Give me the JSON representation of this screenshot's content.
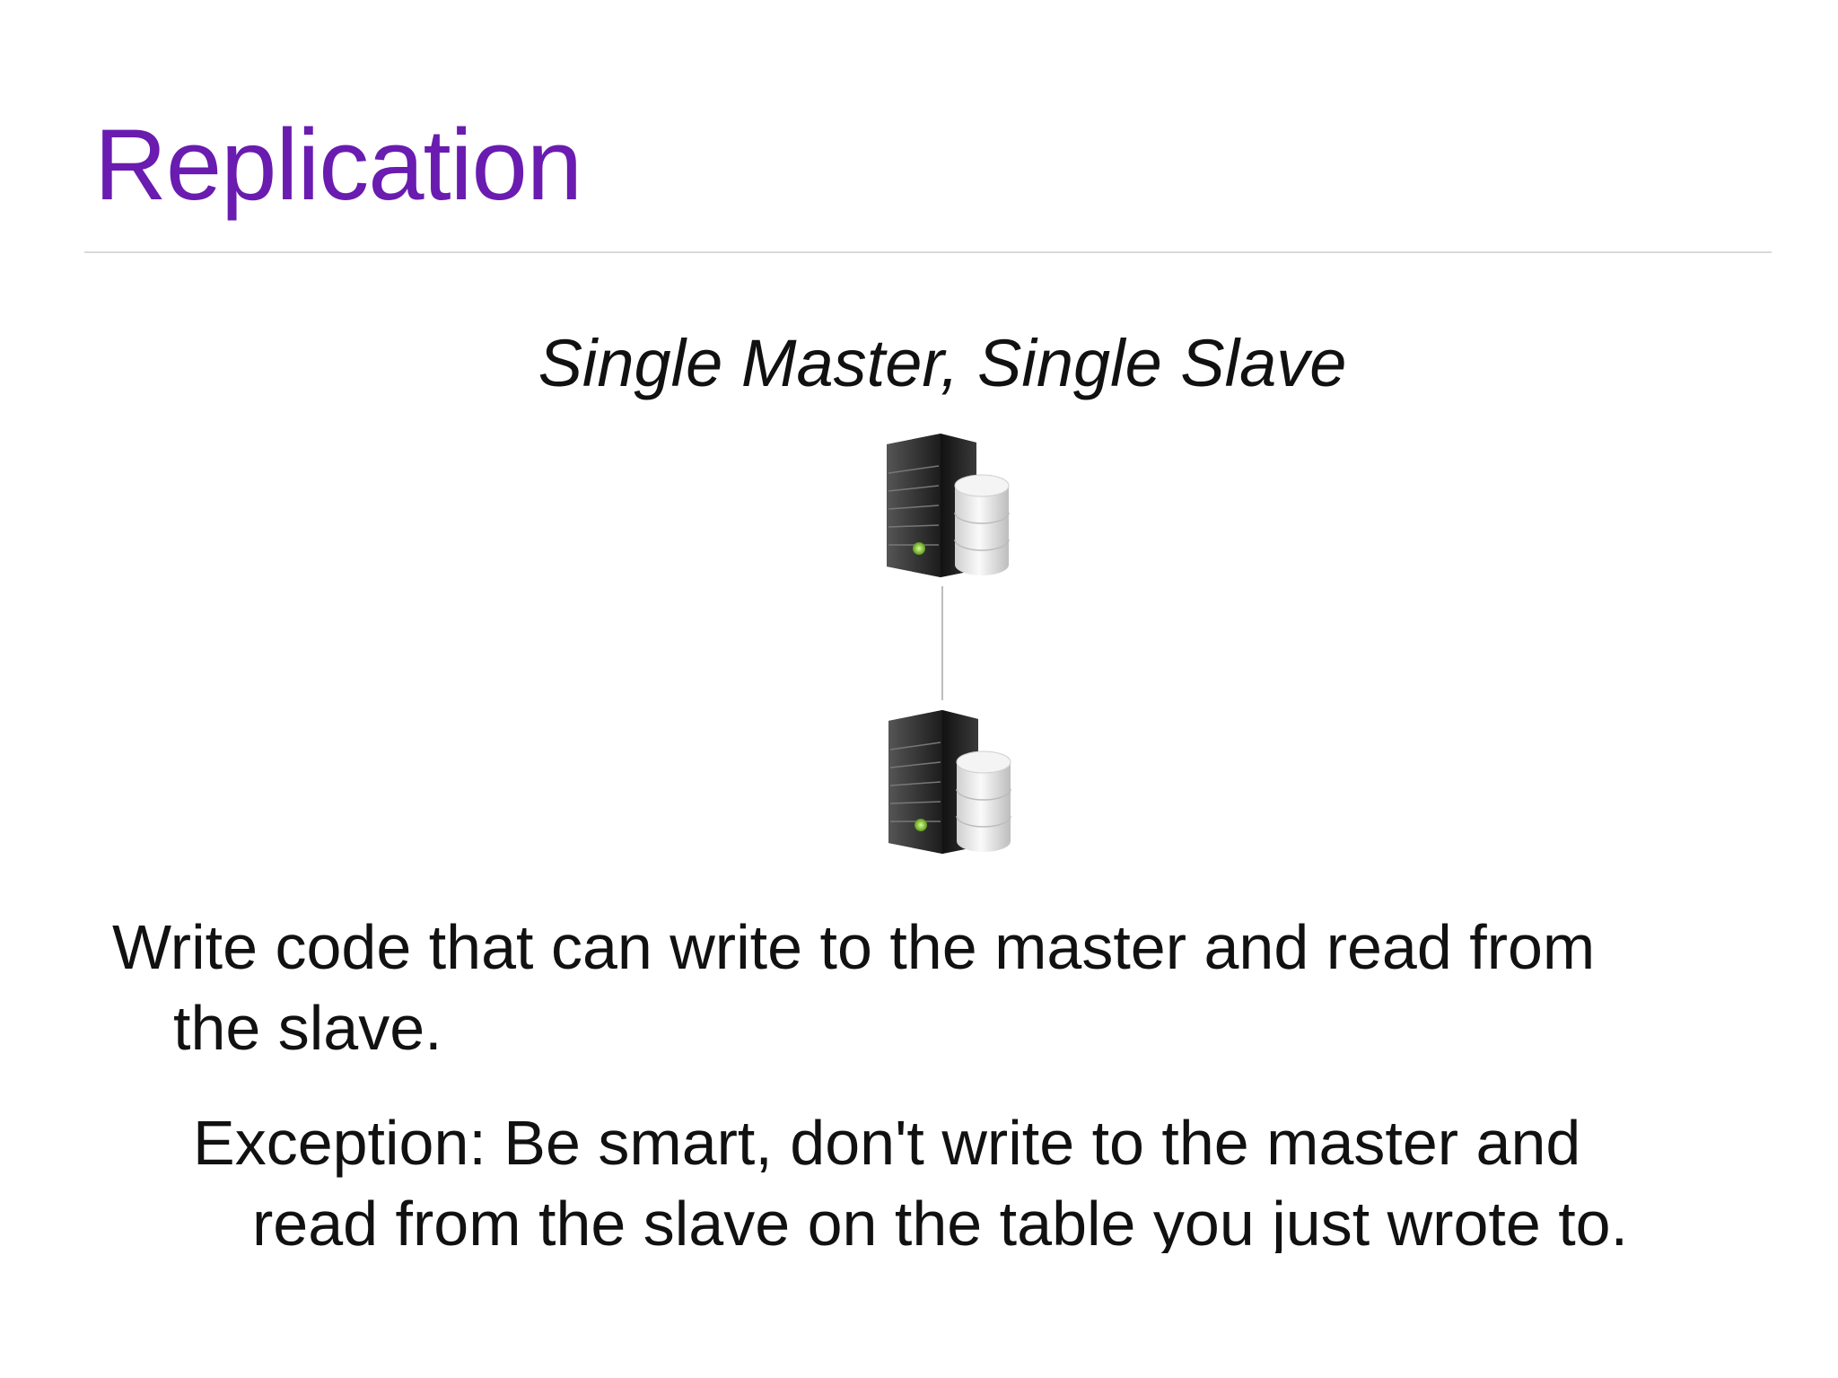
{
  "slide": {
    "title": "Replication"
  },
  "diagram": {
    "caption": "Single Master, Single Slave",
    "nodes": [
      {
        "role": "master",
        "icon": "server-database-icon"
      },
      {
        "role": "slave",
        "icon": "server-database-icon"
      }
    ],
    "connection": "master-to-slave",
    "colors": {
      "server_body": "#2b2b2b",
      "server_led": "#8cd43c",
      "database": "#e6e6e6",
      "connector": "#bdbdbd"
    }
  },
  "bullets": {
    "main_line1": "Write code that can write to the master and read from",
    "main_line2": "the slave.",
    "sub_line1": "Exception: Be smart, don't write to the master and",
    "sub_line2": "read from the slave on the table you just wrote to."
  },
  "colors": {
    "title": "#6a1bb0",
    "text": "#111111",
    "rule": "#d9d9d9",
    "background": "#ffffff"
  }
}
